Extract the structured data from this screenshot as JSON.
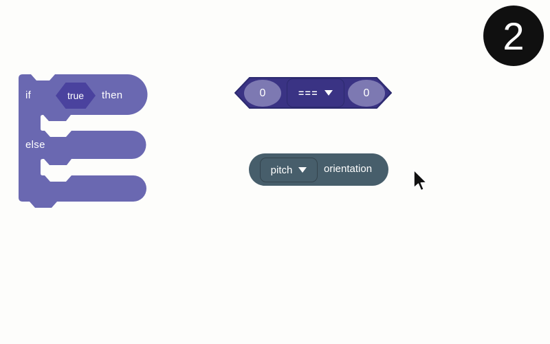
{
  "colors": {
    "logic_block": "#6a68b1",
    "condition_hex": "#4a429e",
    "compare_block": "#3a3384",
    "compare_border": "#2c2a6e",
    "value_oval": "#7d79b2",
    "sensor_block": "#475e6b",
    "badge_bg": "#101010",
    "block_text": "#ffffff",
    "page_bg": "#fdfdfb"
  },
  "step_badge": {
    "label": "2"
  },
  "if_else_block": {
    "if_label": "if",
    "condition_value": "true",
    "then_label": "then",
    "else_label": "else"
  },
  "comparison_block": {
    "left_value": "0",
    "operator": "===",
    "right_value": "0"
  },
  "orientation_block": {
    "dropdown_value": "pitch",
    "label": "orientation"
  }
}
